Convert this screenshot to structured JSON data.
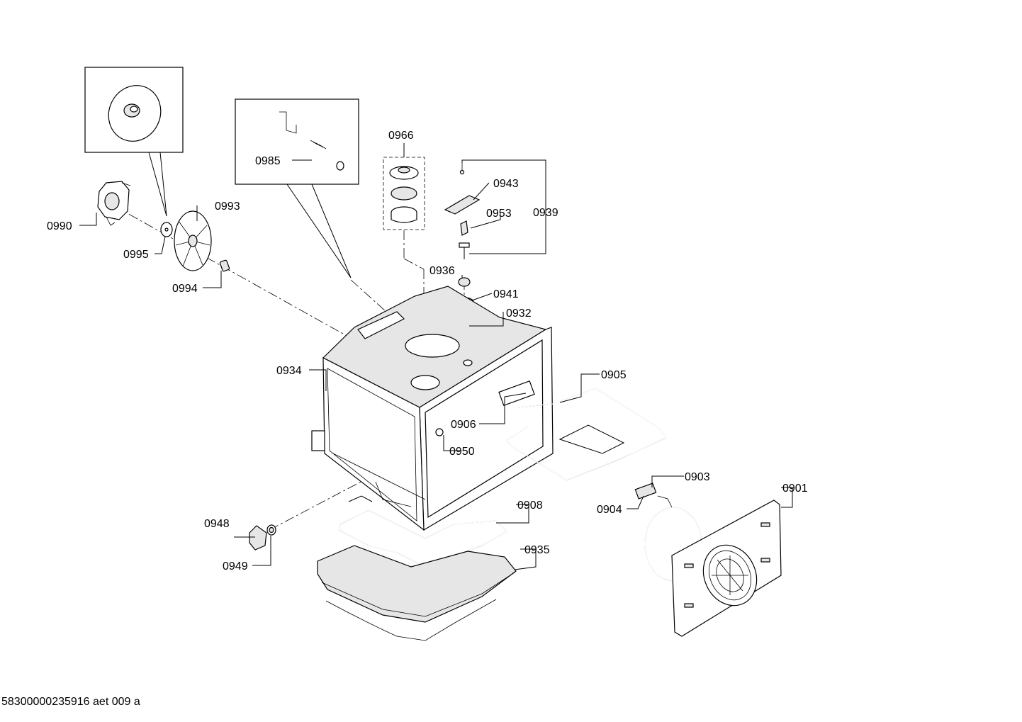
{
  "labels": {
    "p0990": "0990",
    "p0995": "0995",
    "p0993": "0993",
    "p0994": "0994",
    "p0985": "0985",
    "p0966": "0966",
    "p0943": "0943",
    "p0953": "0953",
    "p0939": "0939",
    "p0936": "0936",
    "p0941": "0941",
    "p0932": "0932",
    "p0934": "0934",
    "p0905": "0905",
    "p0906": "0906",
    "p0950": "0950",
    "p0903": "0903",
    "p0901": "0901",
    "p0904": "0904",
    "p0908": "0908",
    "p0948": "0948",
    "p0935": "0935",
    "p0949": "0949"
  },
  "footer": "58300000235916 aet 009 a"
}
